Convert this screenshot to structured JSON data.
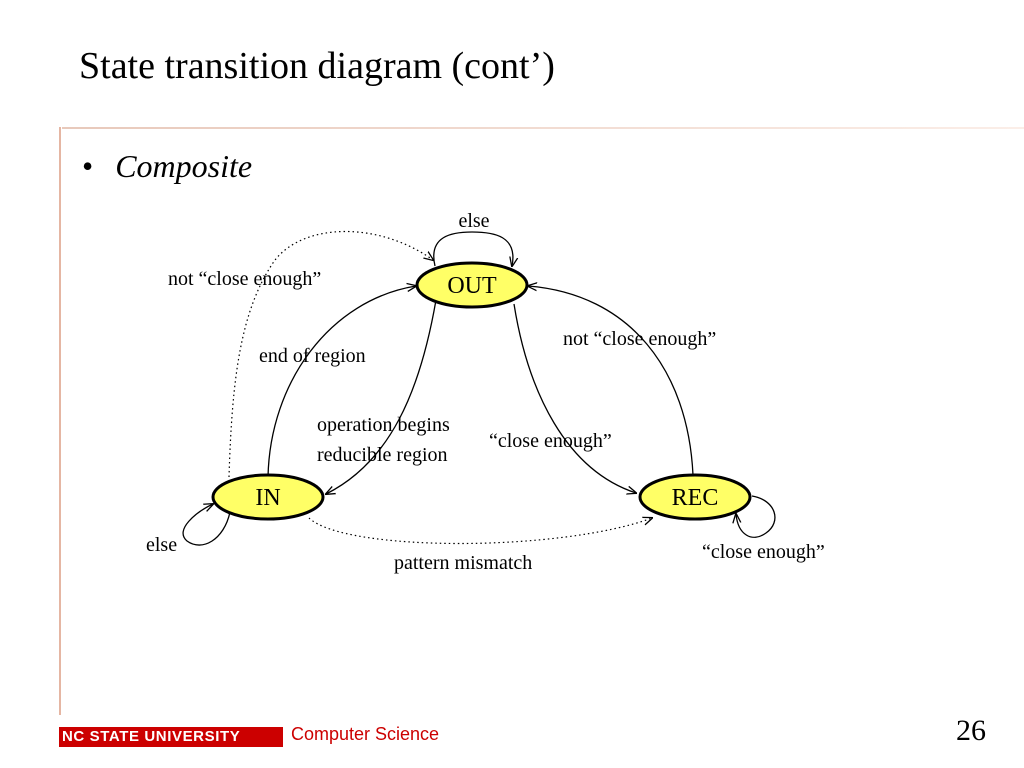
{
  "slide": {
    "title": "State transition diagram (cont’)",
    "bullet_marker": "•",
    "bullet": "Composite",
    "page_number": "26"
  },
  "diagram": {
    "states": [
      {
        "id": "out",
        "label": "OUT",
        "fill": "#ffff66"
      },
      {
        "id": "in",
        "label": "IN",
        "fill": "#ffff66"
      },
      {
        "id": "rec",
        "label": "REC",
        "fill": "#ffff66"
      }
    ],
    "labels": {
      "out_self": "else",
      "in_self": "else",
      "rec_self": "“close enough”",
      "in_to_out_dotted": "not “close enough”",
      "in_to_out": "end of region",
      "out_to_in_1": "operation begins",
      "out_to_in_2": "reducible region",
      "out_to_rec": "“close enough”",
      "rec_to_out": "not “close enough”",
      "in_to_rec_dotted": "pattern mismatch"
    }
  },
  "footer": {
    "university": "NC STATE UNIVERSITY",
    "department": "Computer Science",
    "brand_color": "#cc0000"
  }
}
